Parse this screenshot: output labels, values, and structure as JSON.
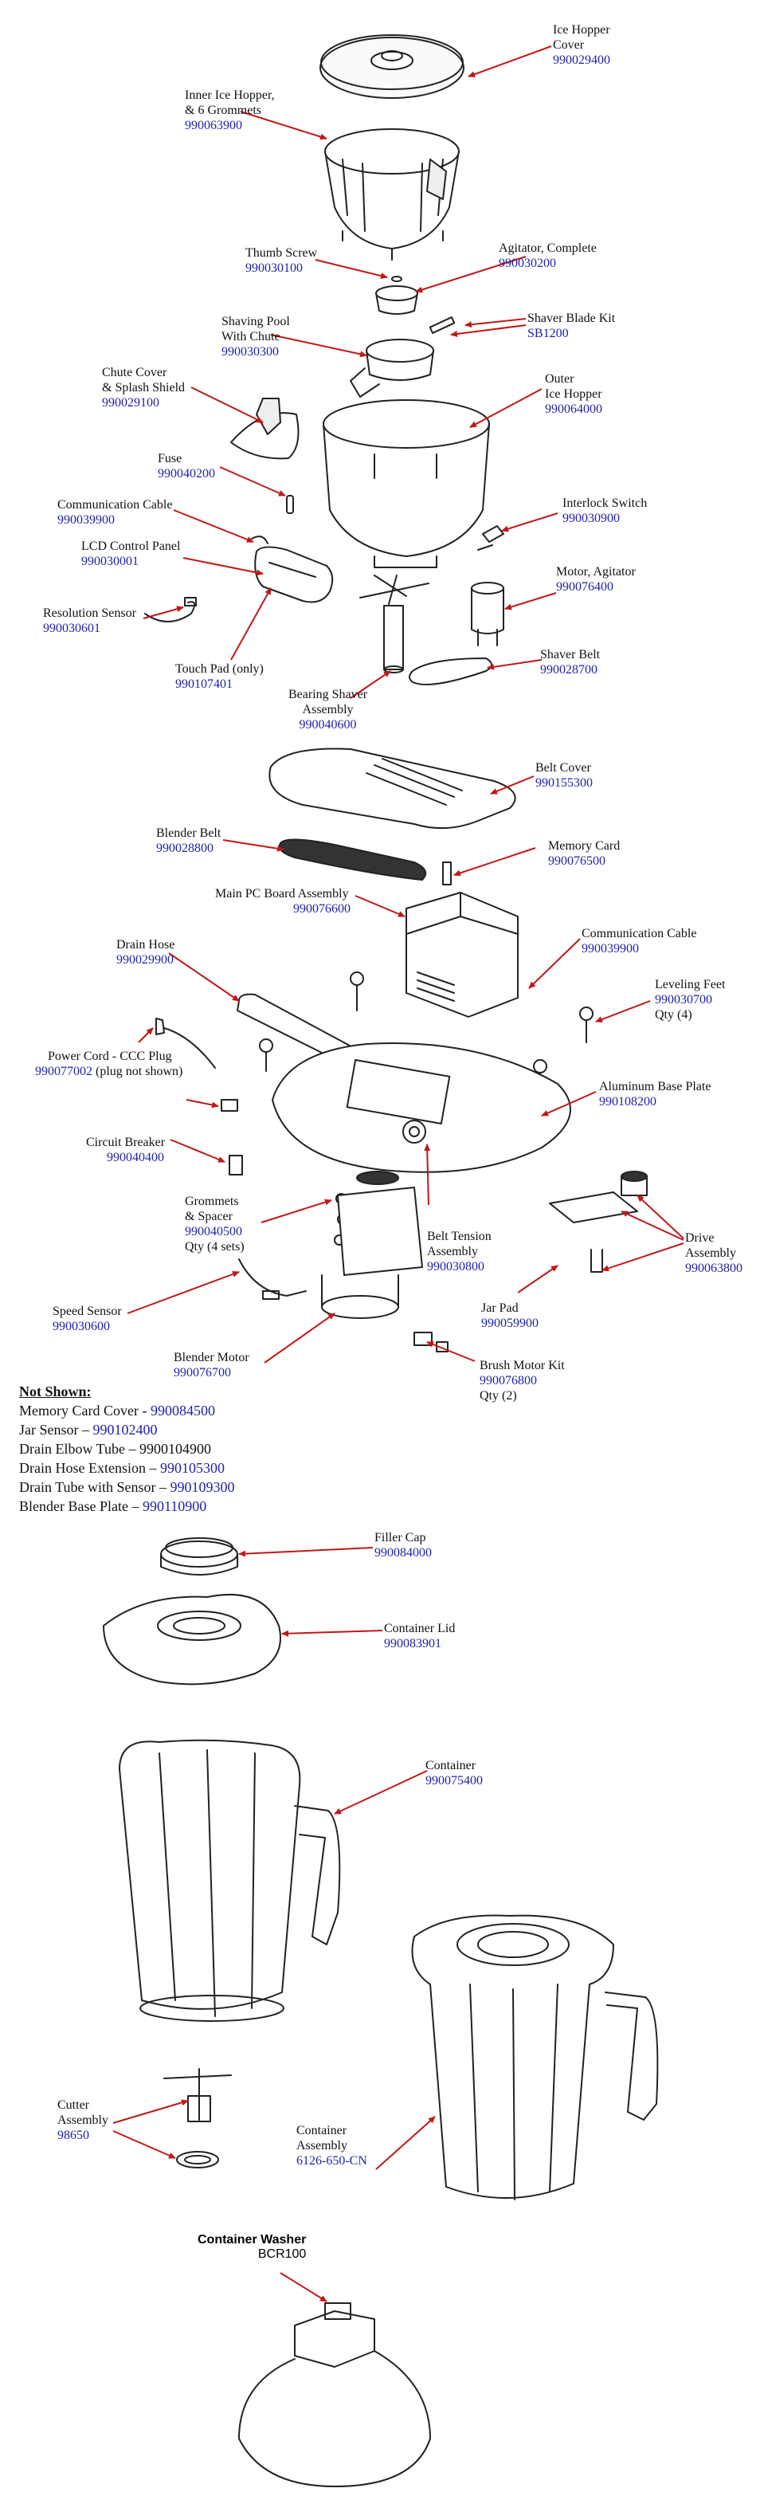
{
  "colors": {
    "leader": "#c01818",
    "part_number": "#1f1fa8",
    "text": "#111111",
    "line_art": "#222222"
  },
  "callouts": [
    {
      "id": "ice-hopper-cover",
      "lines": [
        "Ice Hopper",
        "Cover"
      ],
      "number": "990029400"
    },
    {
      "id": "inner-ice-hopper",
      "lines": [
        "Inner Ice Hopper,",
        "& 6 Grommets"
      ],
      "number": "990063900"
    },
    {
      "id": "thumb-screw",
      "lines": [
        "Thumb Screw"
      ],
      "number": "990030100"
    },
    {
      "id": "agitator-complete",
      "lines": [
        "Agitator, Complete"
      ],
      "number": "990030200"
    },
    {
      "id": "shaving-pool",
      "lines": [
        "Shaving Pool",
        "With Chute"
      ],
      "number": "990030300"
    },
    {
      "id": "shaver-blade-kit",
      "lines": [
        "Shaver Blade Kit"
      ],
      "number": "SB1200"
    },
    {
      "id": "chute-cover",
      "lines": [
        "Chute Cover",
        "& Splash Shield"
      ],
      "number": "990029100"
    },
    {
      "id": "outer-ice-hopper",
      "lines": [
        "Outer",
        "Ice Hopper"
      ],
      "number": "990064000"
    },
    {
      "id": "fuse",
      "lines": [
        "Fuse"
      ],
      "number": "990040200"
    },
    {
      "id": "communication-cable-1",
      "lines": [
        "Communication Cable"
      ],
      "number": "990039900"
    },
    {
      "id": "interlock-switch",
      "lines": [
        "Interlock Switch"
      ],
      "number": "990030900"
    },
    {
      "id": "lcd-control-panel",
      "lines": [
        "LCD Control Panel"
      ],
      "number": "990030001"
    },
    {
      "id": "motor-agitator",
      "lines": [
        "Motor, Agitator"
      ],
      "number": "990076400"
    },
    {
      "id": "resolution-sensor",
      "lines": [
        "Resolution Sensor"
      ],
      "number": "990030601"
    },
    {
      "id": "shaver-belt",
      "lines": [
        "Shaver Belt"
      ],
      "number": "990028700"
    },
    {
      "id": "touch-pad",
      "lines": [
        "Touch Pad (only)"
      ],
      "number": "990107401"
    },
    {
      "id": "bearing-shaver",
      "lines": [
        "Bearing Shaver",
        "Assembly"
      ],
      "number": "990040600"
    },
    {
      "id": "belt-cover",
      "lines": [
        "Belt Cover"
      ],
      "number": "990155300"
    },
    {
      "id": "blender-belt",
      "lines": [
        "Blender Belt"
      ],
      "number": "990028800"
    },
    {
      "id": "memory-card",
      "lines": [
        "Memory Card"
      ],
      "number": "990076500"
    },
    {
      "id": "main-pc-board",
      "lines": [
        "Main PC Board Assembly"
      ],
      "number": "990076600"
    },
    {
      "id": "drain-hose",
      "lines": [
        "Drain Hose"
      ],
      "number": "990029900"
    },
    {
      "id": "communication-cable-2",
      "lines": [
        "Communication Cable"
      ],
      "number": "990039900"
    },
    {
      "id": "leveling-feet",
      "lines": [
        "Leveling Feet"
      ],
      "number": "990030700",
      "extra": "Qty (4)"
    },
    {
      "id": "power-cord",
      "lines": [
        "Power Cord - CCC Plug"
      ],
      "number": "990077002",
      "number_suffix": " (plug not shown)"
    },
    {
      "id": "aluminum-base-plate",
      "lines": [
        "Aluminum Base Plate"
      ],
      "number": "990108200"
    },
    {
      "id": "circuit-breaker",
      "lines": [
        "Circuit Breaker"
      ],
      "number": "990040400"
    },
    {
      "id": "grommets-spacer",
      "lines": [
        "Grommets",
        "& Spacer"
      ],
      "number": "990040500",
      "extra": "Qty (4 sets)"
    },
    {
      "id": "belt-tension",
      "lines": [
        "Belt Tension",
        "Assembly"
      ],
      "number": "990030800"
    },
    {
      "id": "drive-assembly",
      "lines": [
        "Drive",
        "Assembly"
      ],
      "number": "990063800"
    },
    {
      "id": "jar-pad",
      "lines": [
        "Jar Pad"
      ],
      "number": "990059900"
    },
    {
      "id": "speed-sensor",
      "lines": [
        "Speed Sensor"
      ],
      "number": "990030600"
    },
    {
      "id": "blender-motor",
      "lines": [
        "Blender Motor"
      ],
      "number": "990076700"
    },
    {
      "id": "brush-motor-kit",
      "lines": [
        "Brush Motor Kit"
      ],
      "number": "990076800",
      "extra": "Qty (2)"
    },
    {
      "id": "filler-cap",
      "lines": [
        "Filler Cap"
      ],
      "number": "990084000"
    },
    {
      "id": "container-lid",
      "lines": [
        "Container Lid"
      ],
      "number": "990083901"
    },
    {
      "id": "container",
      "lines": [
        "Container"
      ],
      "number": "990075400"
    },
    {
      "id": "cutter-assembly",
      "lines": [
        "Cutter",
        "Assembly"
      ],
      "number": "98650"
    },
    {
      "id": "container-assembly",
      "lines": [
        "Container",
        "Assembly"
      ],
      "number": "6126-650-CN"
    }
  ],
  "not_shown": {
    "title": "Not Shown:",
    "items": [
      {
        "label": "Memory Card Cover - ",
        "number": "990084500"
      },
      {
        "label": "Jar Sensor – ",
        "number": "990102400"
      },
      {
        "label": "Drain Elbow Tube – ",
        "number": "9900104900"
      },
      {
        "label": "Drain Hose Extension – ",
        "number": "990105300"
      },
      {
        "label": "Drain Tube with Sensor – ",
        "number": "990109300"
      },
      {
        "label": "Blender Base Plate – ",
        "number": "990110900"
      }
    ]
  },
  "container_washer": {
    "title": "Container Washer",
    "model": "BCR100"
  }
}
